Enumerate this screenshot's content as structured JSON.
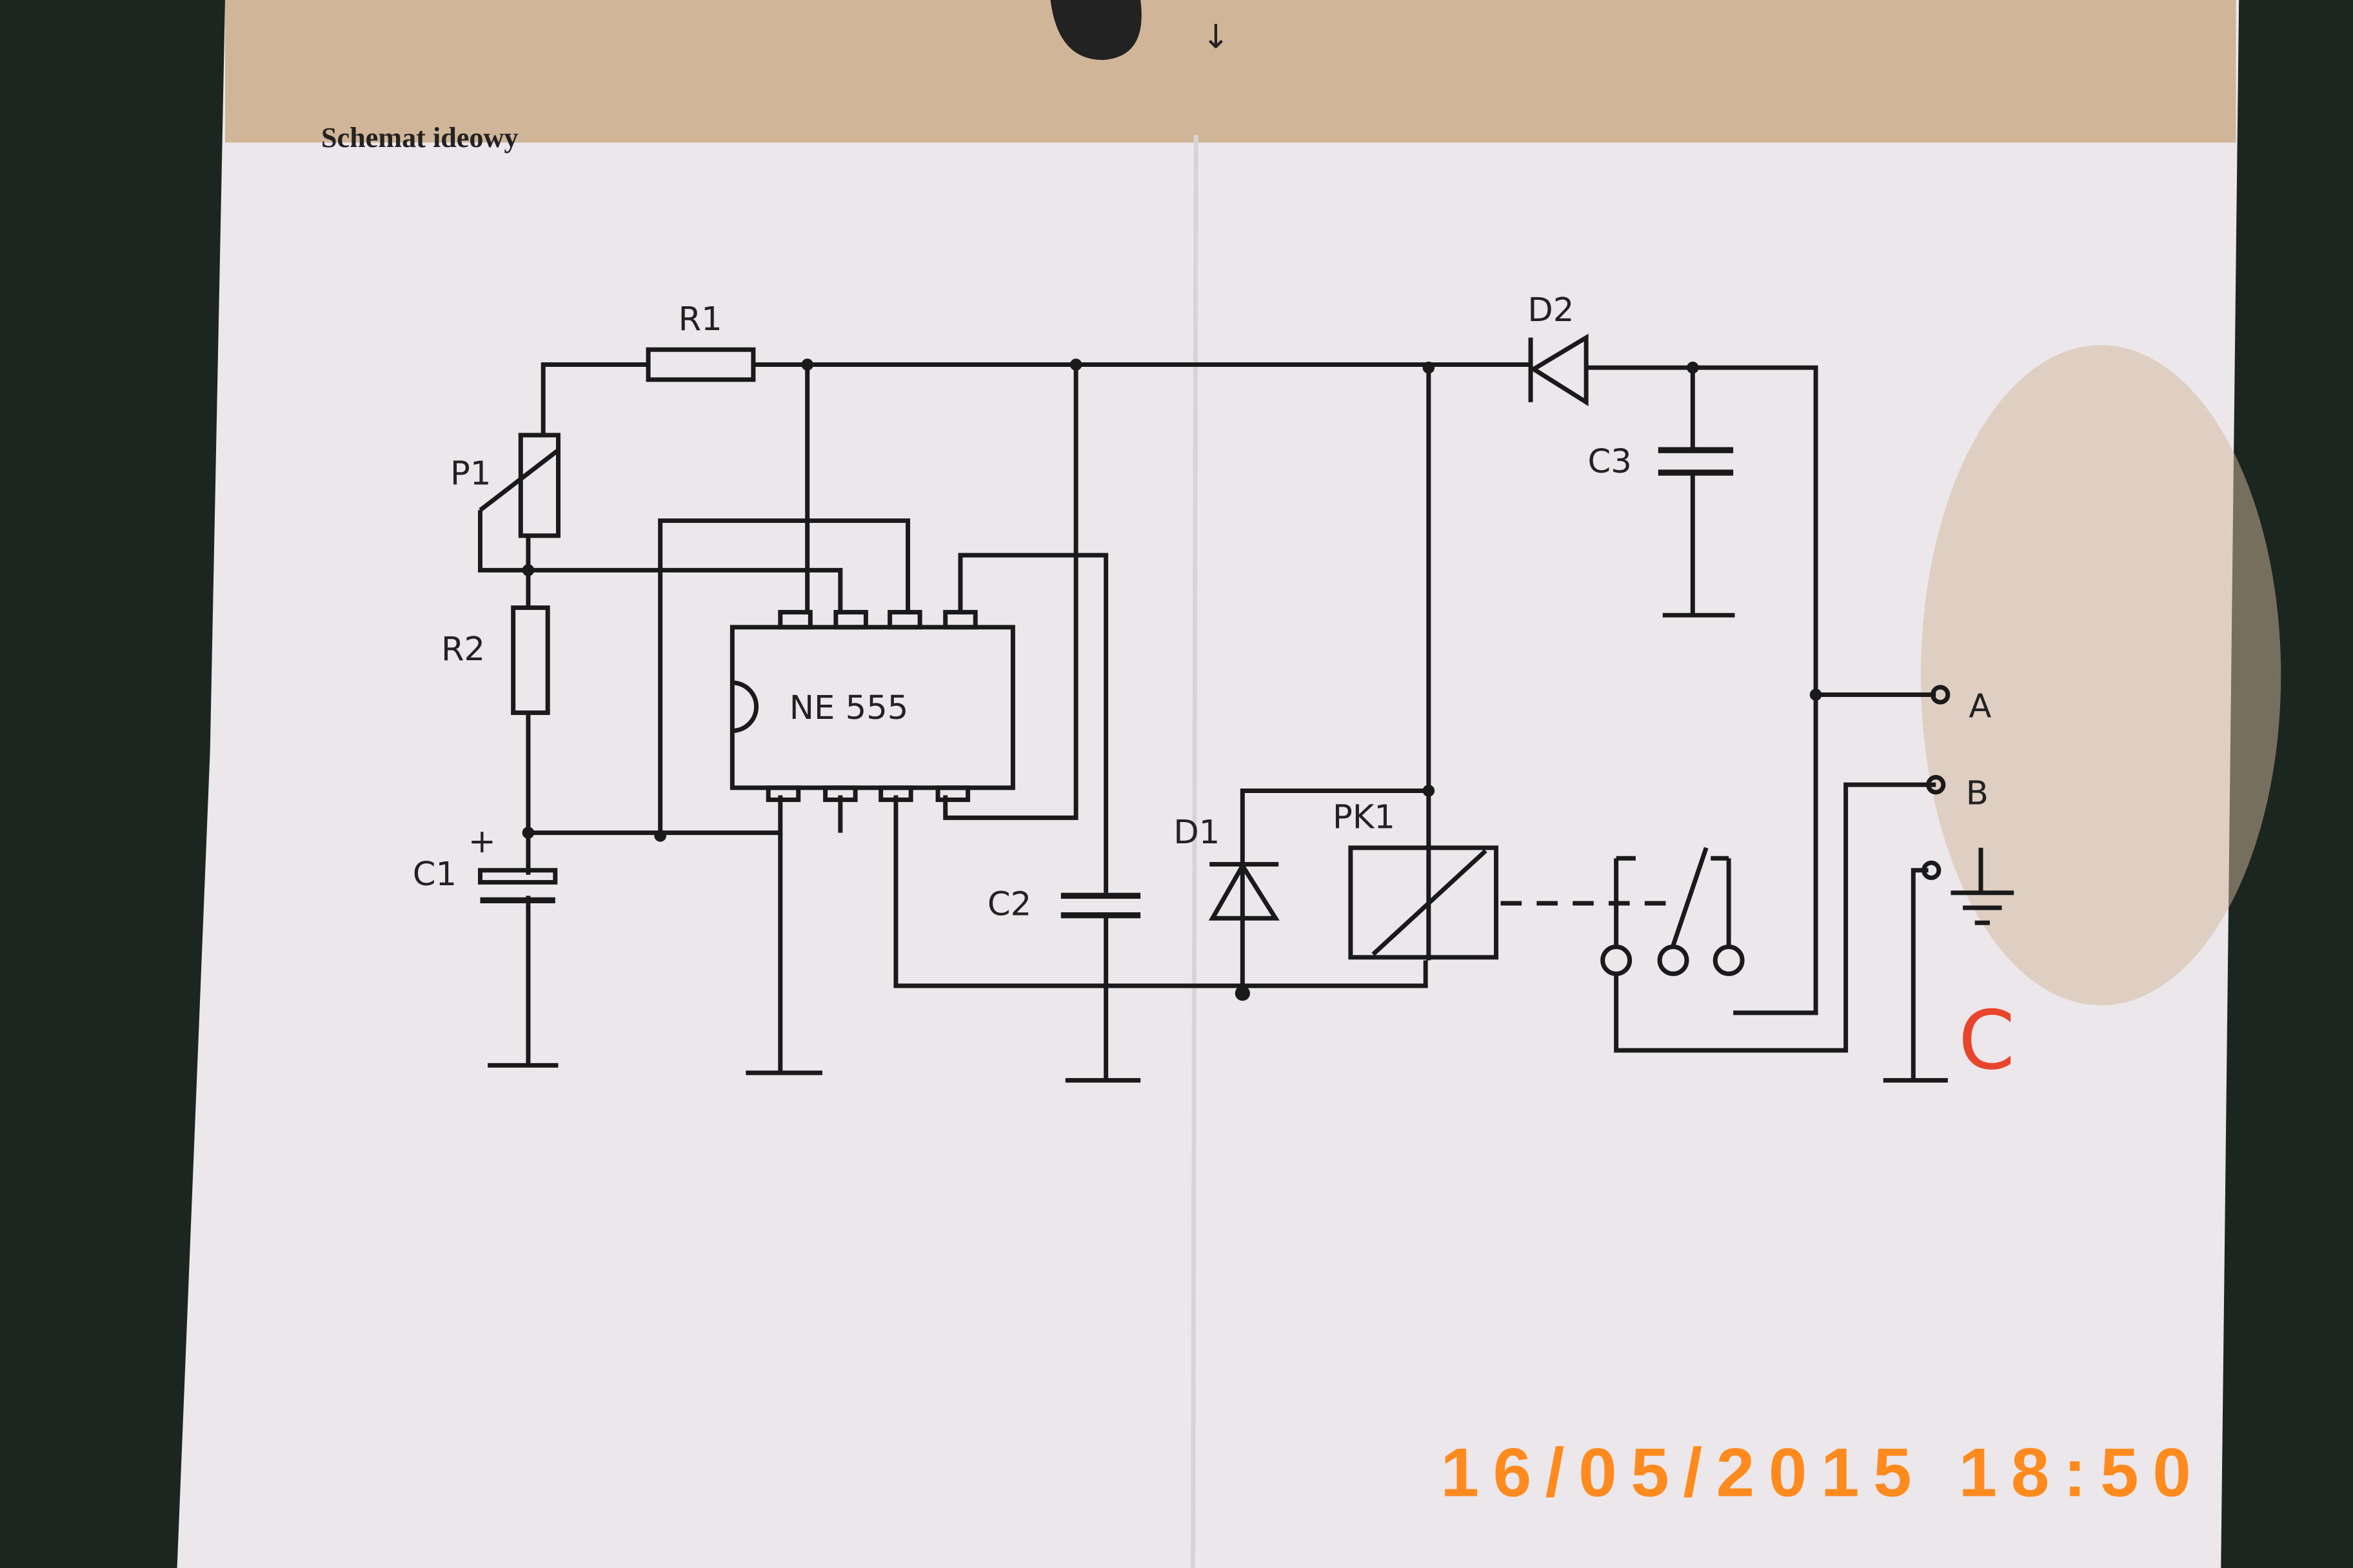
{
  "document": {
    "heading": "Schemat ideowy",
    "components": {
      "r1": "R1",
      "r2": "R2",
      "p1": "P1",
      "c1": "C1",
      "c2": "C2",
      "c3": "C3",
      "d1": "D1",
      "d2": "D2",
      "pk1": "PK1",
      "ic": "NE 555",
      "plus": "+"
    },
    "terminals": {
      "a": "A",
      "b": "B"
    },
    "handwritten_mark": "C"
  },
  "camera_timestamp": "16/05/2015 18:50",
  "colors": {
    "paper": "#ece8ea",
    "ink": "#1a1a1a",
    "handwriting": "#e8452c",
    "timestamp": "#ff8a1e",
    "background": "#1c2620"
  }
}
